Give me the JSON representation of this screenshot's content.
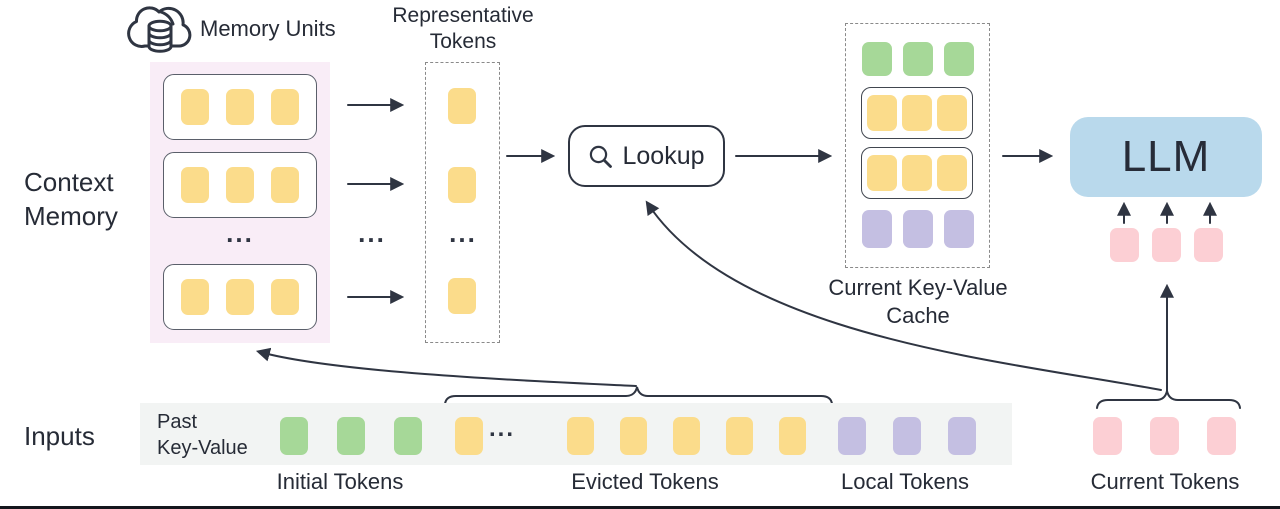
{
  "colors": {
    "text": "#262b36",
    "line": "#2f3542",
    "token_yellow": "#fbdc8b",
    "token_green": "#a6d898",
    "token_purple": "#c4bfe2",
    "token_pink": "#fccfd4",
    "llm_blue": "#b9d9ec",
    "memory_panel_bg": "#f9edf7",
    "input_strip_bg": "#f2f4f3",
    "unit_border": "#5a5f6a",
    "cache_box_border": "#41464f",
    "dashed_border": "#8a8a8a"
  },
  "ellipsis": "...",
  "header": {
    "memory_units_label": "Memory Units",
    "representative_tokens_line1": "Representative",
    "representative_tokens_line2": "Tokens"
  },
  "left": {
    "context_memory_line1": "Context",
    "context_memory_line2": "Memory",
    "inputs_label": "Inputs"
  },
  "lookup": {
    "label": "Lookup"
  },
  "cache": {
    "label_line1": "Current Key-Value",
    "label_line2": "Cache"
  },
  "llm": {
    "label": "LLM"
  },
  "inputs_strip": {
    "past_kv_line1": "Past",
    "past_kv_line2": "Key-Value",
    "groups": [
      {
        "label": "Initial Tokens",
        "color": "green",
        "count": 3
      },
      {
        "label": "Evicted Tokens",
        "color": "yellow",
        "count": 6,
        "shown_split": [
          1,
          5
        ]
      },
      {
        "label": "Local Tokens",
        "color": "purple",
        "count": 3
      },
      {
        "label": "Current Tokens",
        "color": "pink",
        "count": 3
      }
    ]
  },
  "structure": {
    "memory_units": 3,
    "tokens_per_unit": 3,
    "representative_tokens_shown": 3,
    "cache_rows": [
      {
        "color": "green",
        "boxed": false,
        "count": 3
      },
      {
        "color": "yellow",
        "boxed": true,
        "count": 3
      },
      {
        "color": "yellow",
        "boxed": true,
        "count": 3
      },
      {
        "color": "purple",
        "boxed": false,
        "count": 3
      }
    ],
    "llm_input_tokens": 3
  }
}
